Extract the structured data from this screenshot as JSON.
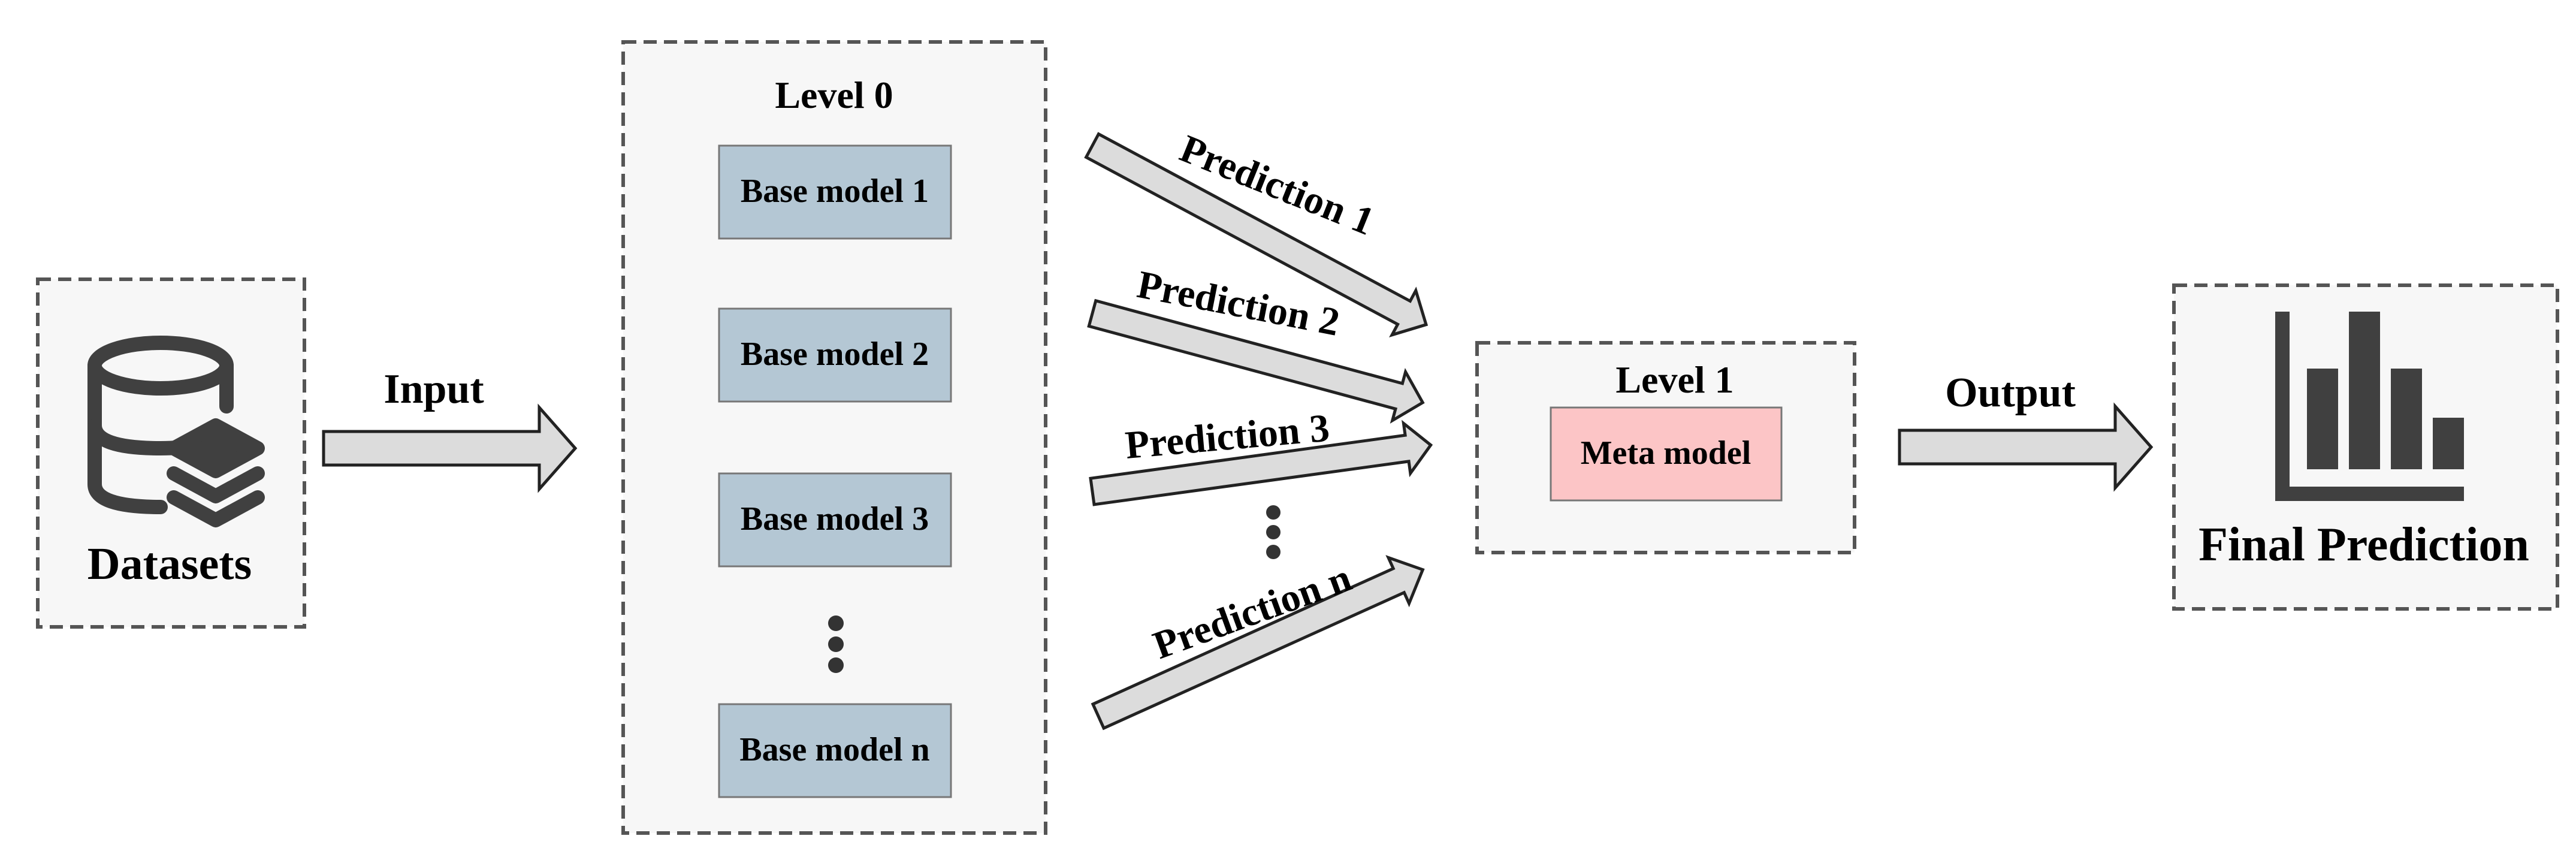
{
  "datasets": {
    "label": "Datasets"
  },
  "input": {
    "label": "Input"
  },
  "level0": {
    "title": "Level 0",
    "models": [
      {
        "label": "Base model 1"
      },
      {
        "label": "Base model 2"
      },
      {
        "label": "Base model 3"
      },
      {
        "label": "Base model n"
      }
    ]
  },
  "predictions": [
    {
      "label": "Prediction 1"
    },
    {
      "label": "Prediction 2"
    },
    {
      "label": "Prediction 3"
    },
    {
      "label": "Prediction n"
    }
  ],
  "level1": {
    "title": "Level 1",
    "meta_label": "Meta model"
  },
  "output": {
    "label": "Output"
  },
  "final": {
    "label": "Final Prediction"
  },
  "colors": {
    "base_model_fill": "#b4c7d4",
    "meta_model_fill": "#fcc5c6",
    "panel_fill": "#f7f7f7",
    "arrow_fill": "#dcdcdc",
    "icon": "#404040"
  }
}
